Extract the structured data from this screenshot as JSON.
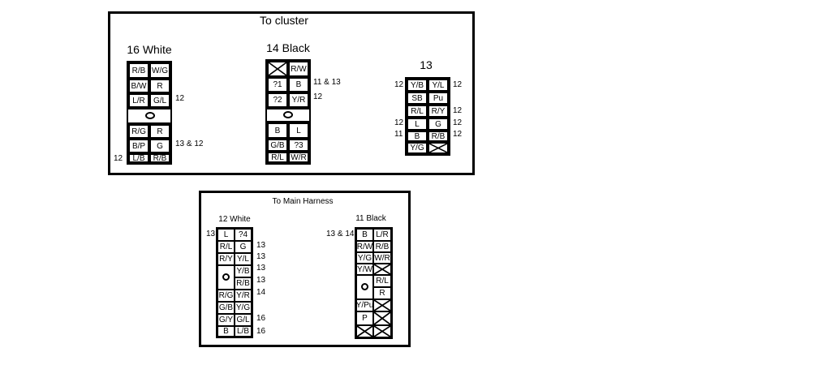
{
  "cluster": {
    "title": "To cluster",
    "white16": {
      "title": "16 White",
      "rows": [
        [
          "R/B",
          "W/G"
        ],
        [
          "B/W",
          "R"
        ],
        [
          "L/R",
          "G/L"
        ],
        [
          "R/G",
          "R"
        ],
        [
          "B/P",
          "G"
        ],
        [
          "L/B",
          "R/B"
        ]
      ],
      "notes": {
        "row2": "12",
        "row4": "13 & 12",
        "row5_left": "12"
      }
    },
    "black14": {
      "title": "14 Black",
      "rows": [
        [
          "",
          "R/W"
        ],
        [
          "?1",
          "B"
        ],
        [
          "?2",
          "Y/R"
        ],
        [
          "B",
          "L"
        ],
        [
          "G/B",
          "?3"
        ],
        [
          "R/L",
          "W/R"
        ]
      ],
      "notes": {
        "row1": "11 & 13",
        "row2": "12"
      }
    },
    "c13": {
      "title": "13",
      "rows": [
        [
          "Y/B",
          "Y/L"
        ],
        [
          "SB",
          "Pu"
        ],
        [
          "R/L",
          "R/Y"
        ],
        [
          "L",
          "G"
        ],
        [
          "B",
          "R/B"
        ],
        [
          "Y/G",
          ""
        ]
      ],
      "left_notes": [
        "12",
        "",
        "",
        "12",
        "11",
        ""
      ],
      "right_notes": [
        "12",
        "",
        "12",
        "12",
        "12",
        ""
      ]
    }
  },
  "main": {
    "title": "To Main Harness",
    "white12": {
      "title": "12 White",
      "rows": [
        [
          "L",
          "?4"
        ],
        [
          "R/L",
          "G"
        ],
        [
          "R/Y",
          "Y/L"
        ],
        [
          "",
          "Y/B"
        ],
        [
          "",
          "R/B"
        ],
        [
          "R/G",
          "Y/R"
        ],
        [
          "G/B",
          "Y/G"
        ],
        [
          "G/Y",
          "G/L"
        ],
        [
          "B",
          "L/B"
        ]
      ],
      "left_notes": [
        "13",
        "",
        "",
        "",
        "",
        "",
        "",
        "",
        ""
      ],
      "right_notes": [
        "",
        "13",
        "13",
        "13",
        "13",
        "14",
        "",
        "16",
        "16"
      ]
    },
    "black11": {
      "title": "11 Black",
      "rows": [
        [
          "B",
          "L/R"
        ],
        [
          "R/W",
          "R/B"
        ],
        [
          "Y/G",
          "W/R"
        ],
        [
          "Y/W",
          ""
        ],
        [
          "",
          "R/L"
        ],
        [
          "",
          "R"
        ],
        [
          "Y/Pu",
          ""
        ],
        [
          "P",
          ""
        ],
        [
          "",
          ""
        ]
      ],
      "left_note": "13 & 14"
    }
  }
}
